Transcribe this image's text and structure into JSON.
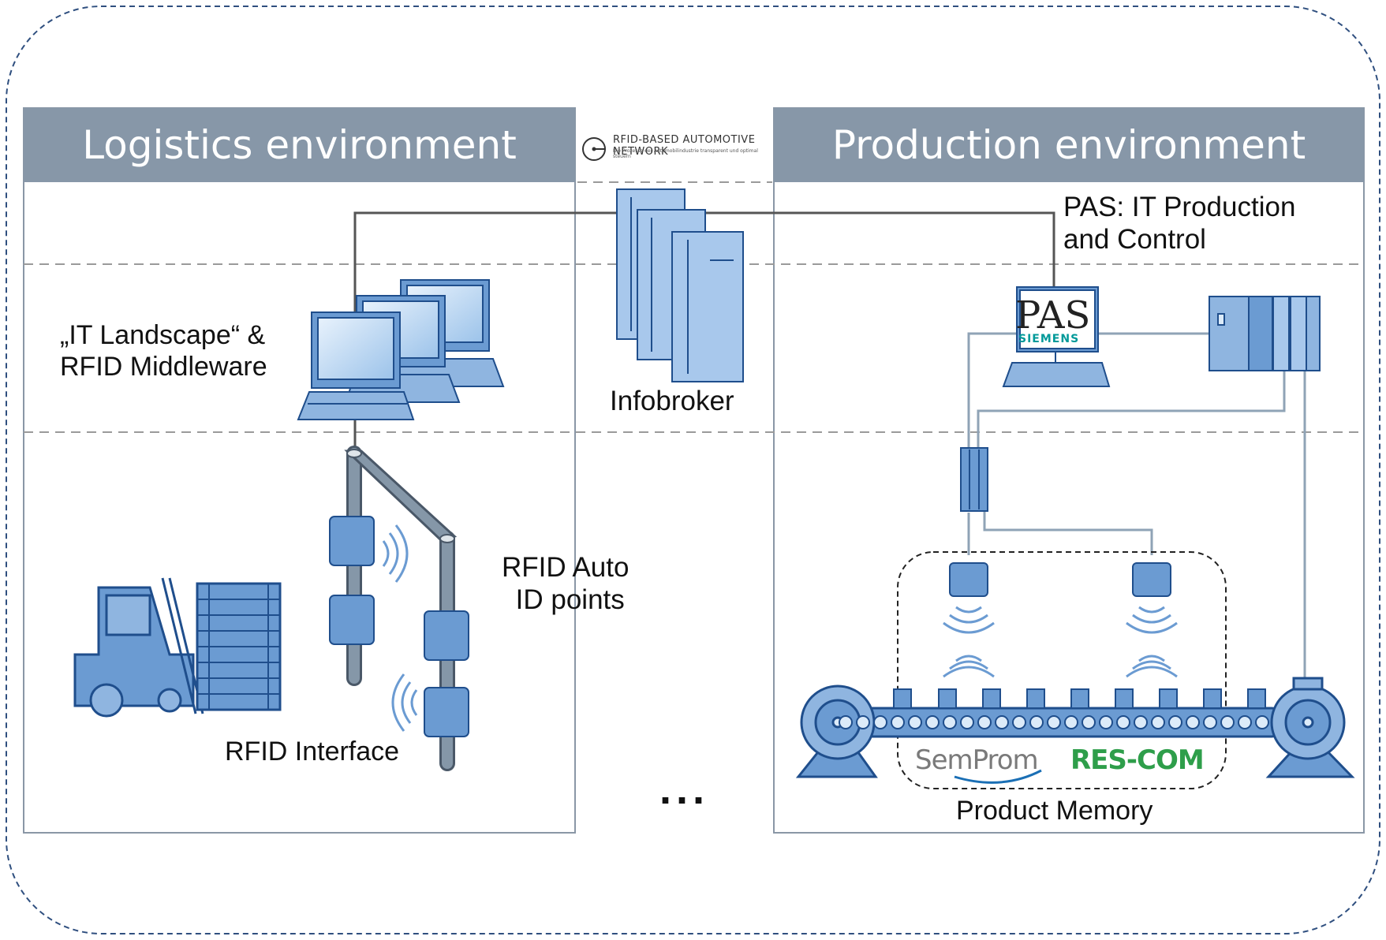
{
  "panels": {
    "logistics_title": "Logistics environment",
    "production_title": "Production environment"
  },
  "network_logo": {
    "title": "RFID-BASED AUTOMOTIVE NETWORK",
    "subtitle": "Die Prozesse der Automobilindustrie transparent und optimal steuern"
  },
  "labels": {
    "it_landscape_line1": "„IT Landscape“ &",
    "it_landscape_line2": "RFID Middleware",
    "infobroker": "Infobroker",
    "pas_line1": "PAS: IT Production",
    "pas_line2": "and Control",
    "rfid_auto_line1": "RFID Auto",
    "rfid_auto_line2": "ID points",
    "rfid_interface": "RFID Interface",
    "product_memory": "Product Memory",
    "ellipsis": "..."
  },
  "logos": {
    "pas": "PAS",
    "siemens": "SIEMENS",
    "semprom": "SemProm",
    "rescom": "RES-COM"
  },
  "colors": {
    "header_bg": "#8797a8",
    "device_fill": "#6b9bd2",
    "device_stroke": "#1f4e8c",
    "border_dash": "#2f4f7f"
  }
}
